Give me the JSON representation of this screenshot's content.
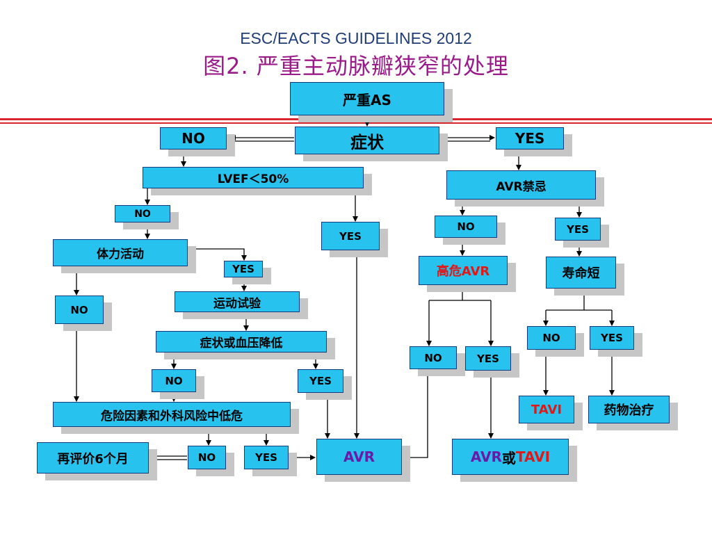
{
  "header": {
    "guideline": "ESC/EACTS GUIDELINES 2012",
    "figure_title": "图2. 严重主动脉瓣狭窄的处理"
  },
  "colors": {
    "box_fill": "#27c3ee",
    "box_border": "#123a7a",
    "shadow": "#c6c6c6",
    "title_blue": "#1f3d7a",
    "title_purple": "#9b1a8a",
    "rule_red": "#d9262c",
    "text_red": "#e01818",
    "text_purple": "#6a1aa8"
  },
  "nodes": {
    "severe_as": "严重AS",
    "symptoms": "症状",
    "symptoms_no": "NO",
    "symptoms_yes": "YES",
    "lvef": "LVEF＜50%",
    "lvef_no": "NO",
    "lvef_yes": "YES",
    "physical_activity": "体力活动",
    "activity_no": "NO",
    "activity_yes": "YES",
    "exercise_test": "运动试验",
    "symptoms_or_bp_drop": "症状或血压降低",
    "test_no": "NO",
    "test_yes": "YES",
    "risk_factors": "危险因素和外科风险中低危",
    "risk_no": "NO",
    "risk_yes": "YES",
    "reevaluate": "再评价6个月",
    "avr_left": "AVR",
    "avr_contraindicated": "AVR禁忌",
    "contra_no": "NO",
    "contra_yes": "YES",
    "high_risk_avr": "高危AVR",
    "high_risk_no": "NO",
    "high_risk_yes": "YES",
    "avr_or_tavi_avr": "AVR",
    "avr_or_tavi_or": "或",
    "avr_or_tavi_tavi": "TAVI",
    "short_life": "寿命短",
    "life_no": "NO",
    "life_yes": "YES",
    "tavi": "TAVI",
    "medical_therapy": "药物治疗"
  }
}
